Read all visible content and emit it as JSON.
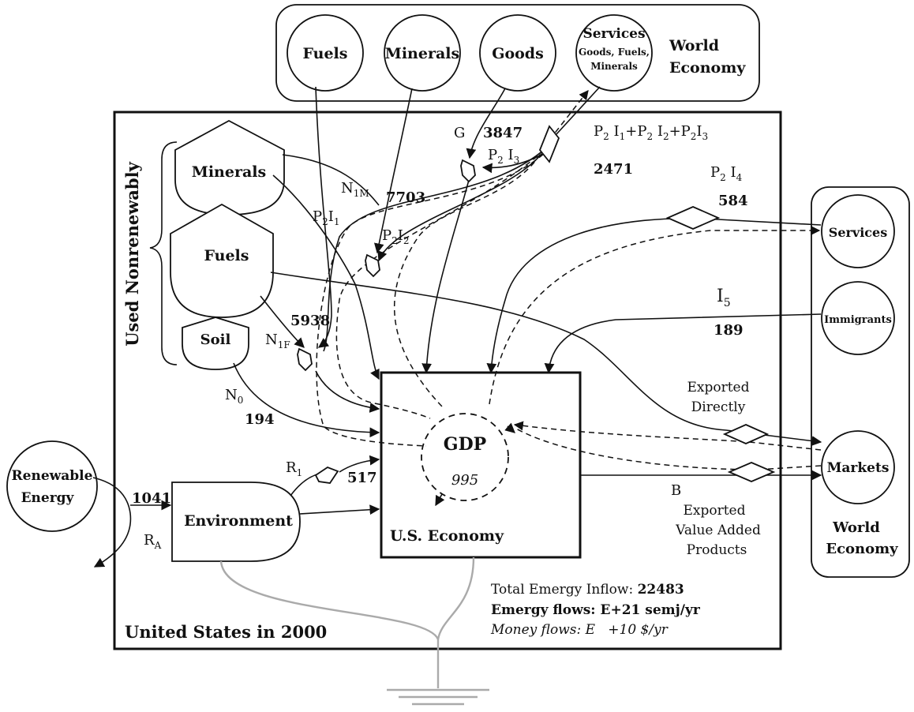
{
  "world_top": {
    "title_line1": "World",
    "title_line2": "Economy",
    "fuels": "Fuels",
    "minerals": "Minerals",
    "goods": "Goods",
    "services": "Services",
    "services_sub1": "Goods, Fuels,",
    "services_sub2": "Minerals"
  },
  "world_right": {
    "title_line1": "World",
    "title_line2": "Economy",
    "services": "Services",
    "immigrants": "Immigrants",
    "markets": "Markets"
  },
  "system": {
    "title": "United States in 2000",
    "used_nonrenewably": "Used Nonrenewably",
    "storage_minerals": "Minerals",
    "storage_fuels": "Fuels",
    "storage_soil": "Soil",
    "environment": "Environment",
    "economy": "U.S. Economy",
    "gdp": "GDP",
    "gdp_value": "995",
    "renewable_line1": "Renewable",
    "renewable_line2": "Energy"
  },
  "flows": {
    "G_label": "G",
    "G_value": "3847",
    "P2I3_main": "P",
    "P2I3_sub1": "2",
    "P2I3_mid": " I",
    "P2I3_sub2": "3",
    "P2I_sum_value": "2471",
    "N1M_main": "N",
    "N1M_sub": "1M",
    "N1M_value": "7703",
    "P2I1_main": "P",
    "P2I1_sub1": "2",
    "P2I1_mid": "I",
    "P2I1_sub2": "1",
    "P2I2_main": "P",
    "P2I2_sub1": "2",
    "P2I2_mid": "I",
    "P2I2_sub2": "2",
    "P2I4_main": "P",
    "P2I4_sub1": "2",
    "P2I4_mid": " I",
    "P2I4_sub2": "4",
    "P2I4_value": "584",
    "N1F_main": "N",
    "N1F_sub": "1F",
    "N1F_value": "5938",
    "I5_main": "I",
    "I5_sub": "5",
    "I5_value": "189",
    "N0_main": "N",
    "N0_sub": "0",
    "N0_value": "194",
    "R1_main": "R",
    "R1_sub": "1",
    "R1_value": "517",
    "RA_main": "R",
    "RA_sub": "A",
    "renewable_value": "1041",
    "B_label": "B",
    "exported_directly_line1": "Exported",
    "exported_directly_line2": "Directly",
    "exported_va_line1": "Exported",
    "exported_va_line2": "Value Added",
    "exported_va_line3": "Products"
  },
  "legend": {
    "total_label": "Total Emergy Inflow: ",
    "total_value": "22483",
    "emergy_flows": "Emergy flows: E+21 semj/yr",
    "money_flows": "Money flows: E   +10 $/yr"
  }
}
